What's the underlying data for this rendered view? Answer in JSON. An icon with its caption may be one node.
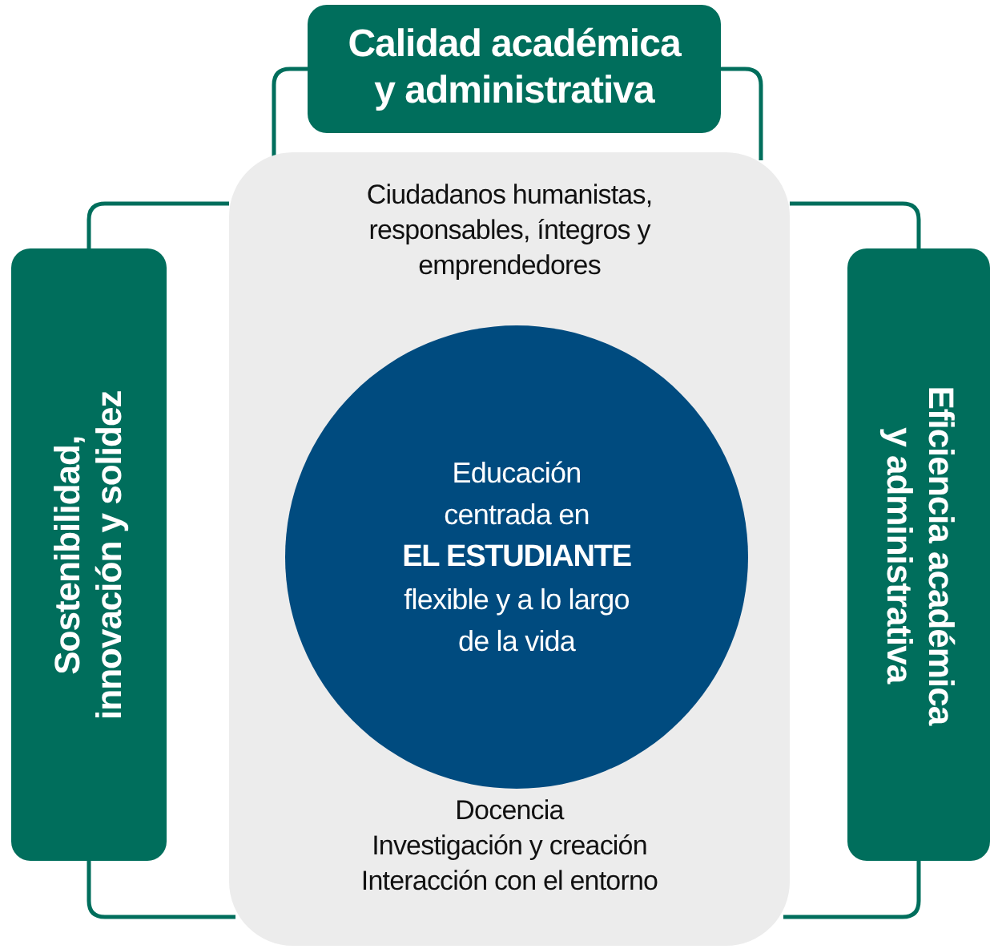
{
  "diagram": {
    "nodes": [
      {
        "text": [
          "Calidad académica y administrativa"
        ]
      },
      {
        "text": [
          "Ciudadanos humanistas, responsables, íntegros y emprendedores",
          "Docencia",
          "Investigación y creación",
          "Interacción con el entorno"
        ]
      },
      {
        "text": [
          "Educación centrada en **EL ESTUDIANTE** flexible y a lo largo de la vida"
        ],
        "in": 1
      },
      {
        "text": [
          "Sostenibilidad, innovación y solidez"
        ]
      },
      {
        "text": [
          "Eficiencia académica y administrativa"
        ]
      }
    ],
    "edges": [
      {
        "from": 0,
        "to": 1,
        "arrow": "none"
      },
      {
        "from": 0,
        "to": 1,
        "arrow": "none"
      },
      {
        "from": 3,
        "to": 1,
        "arrow": "none"
      },
      {
        "from": 3,
        "to": 1,
        "arrow": "none"
      },
      {
        "from": 4,
        "to": 1,
        "arrow": "none"
      },
      {
        "from": 4,
        "to": 1,
        "arrow": "none"
      }
    ]
  }
}
